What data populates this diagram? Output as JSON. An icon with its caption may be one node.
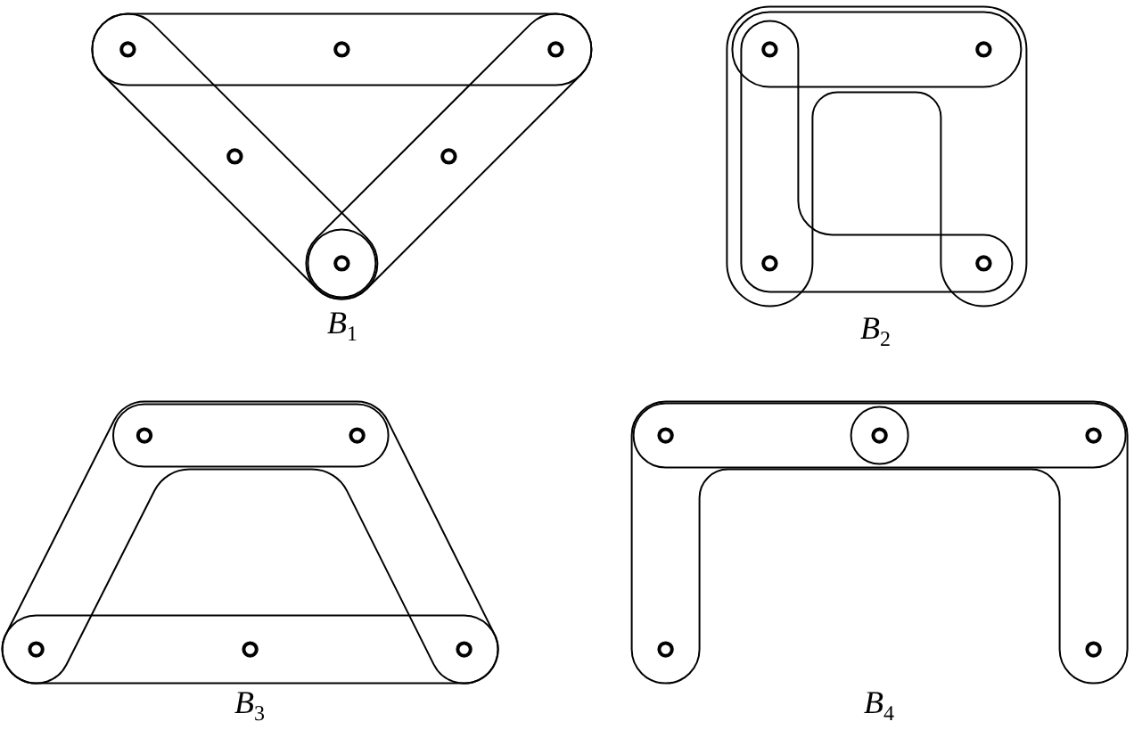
{
  "diagram": {
    "labels": [
      "*B*$_{1}$",
      "*B*$_{2}$",
      "*B*$_{3}$",
      "*B*$_{4}$"
    ]
  }
}
